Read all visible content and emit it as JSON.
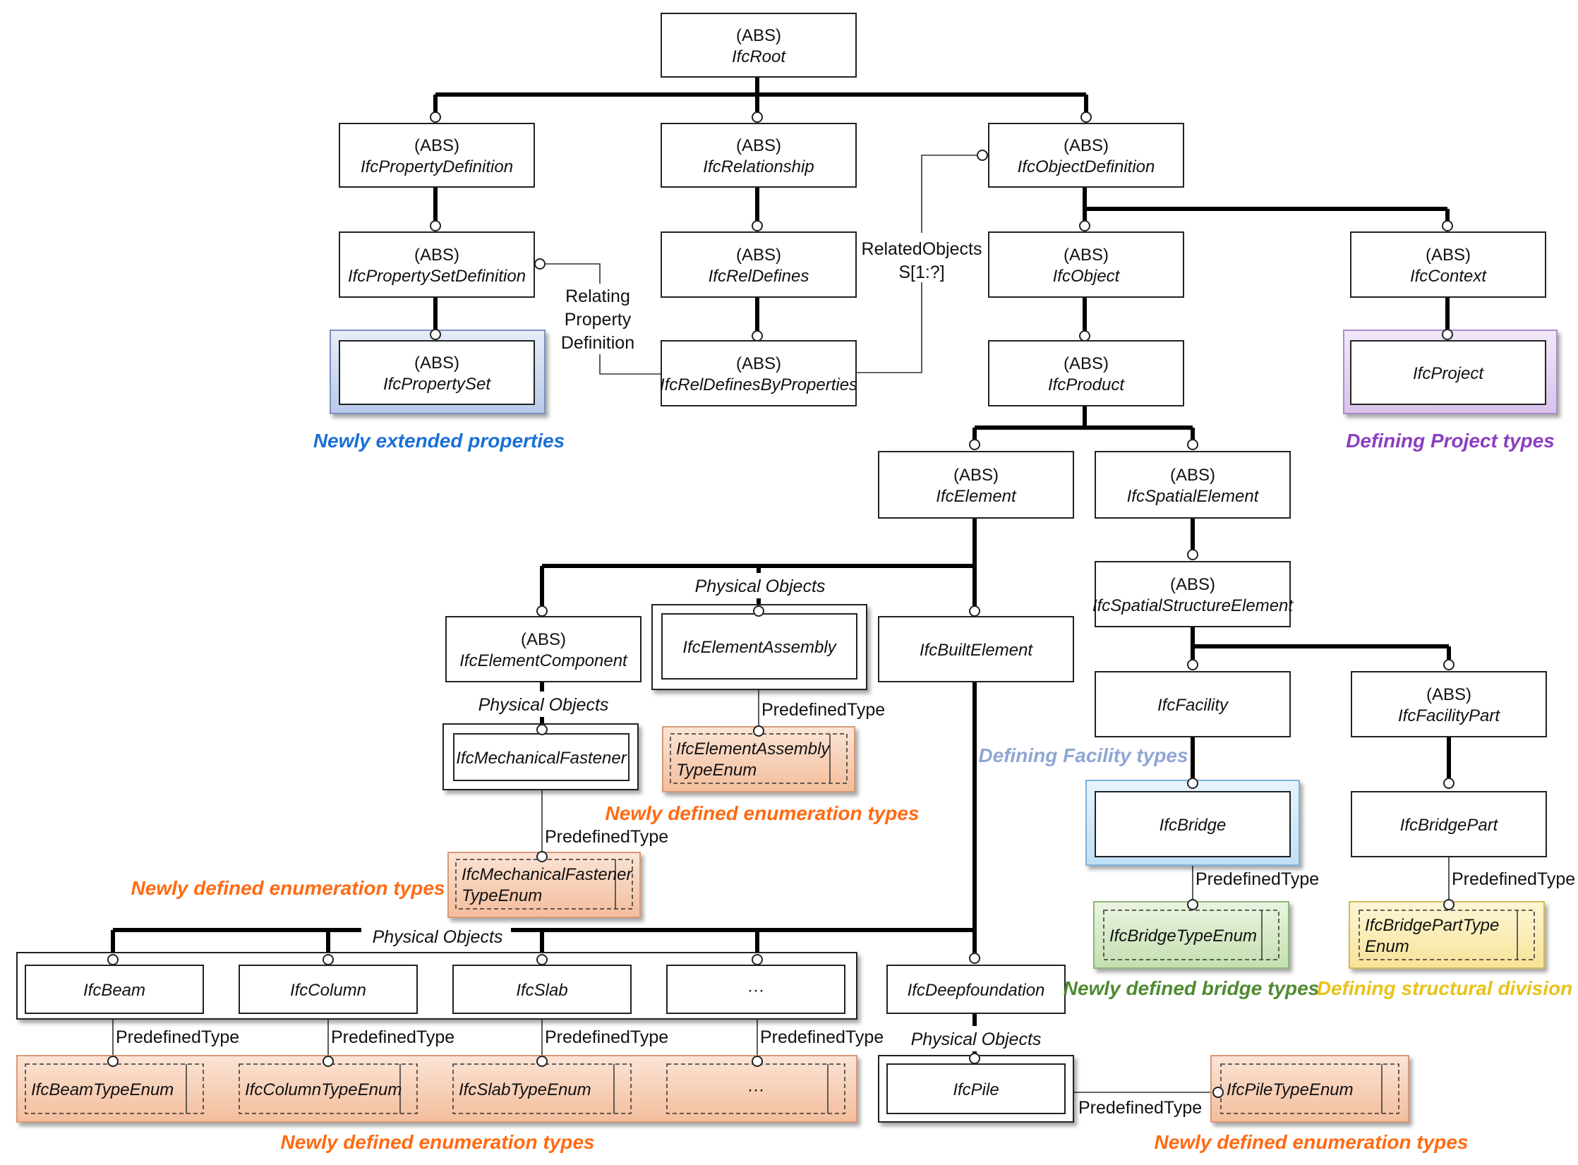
{
  "boxes": [
    {
      "id": "ifc-root",
      "abs": "(ABS)",
      "name": "IfcRoot"
    },
    {
      "id": "ifc-property-definition",
      "abs": "(ABS)",
      "name": "IfcPropertyDefinition"
    },
    {
      "id": "ifc-relationship",
      "abs": "(ABS)",
      "name": "IfcRelationship"
    },
    {
      "id": "ifc-object-definition",
      "abs": "(ABS)",
      "name": "IfcObjectDefinition"
    },
    {
      "id": "ifc-property-set-definition",
      "abs": "(ABS)",
      "name": "IfcPropertySetDefinition"
    },
    {
      "id": "ifc-rel-defines",
      "abs": "(ABS)",
      "name": "IfcRelDefines"
    },
    {
      "id": "ifc-object",
      "abs": "(ABS)",
      "name": "IfcObject"
    },
    {
      "id": "ifc-context",
      "abs": "(ABS)",
      "name": "IfcContext"
    },
    {
      "id": "ifc-property-set",
      "abs": "(ABS)",
      "name": "IfcPropertySet"
    },
    {
      "id": "ifc-rel-defines-by-properties",
      "abs": "(ABS)",
      "name": "IfcRelDefinesByProperties"
    },
    {
      "id": "ifc-product",
      "abs": "(ABS)",
      "name": "IfcProduct"
    },
    {
      "id": "ifc-project",
      "abs": "",
      "name": "IfcProject"
    },
    {
      "id": "ifc-element",
      "abs": "(ABS)",
      "name": "IfcElement"
    },
    {
      "id": "ifc-spatial-element",
      "abs": "(ABS)",
      "name": "IfcSpatialElement"
    },
    {
      "id": "ifc-element-component",
      "abs": "(ABS)",
      "name": "IfcElementComponent"
    },
    {
      "id": "ifc-element-assembly",
      "abs": "",
      "name": "IfcElementAssembly"
    },
    {
      "id": "ifc-built-element",
      "abs": "",
      "name": "IfcBuiltElement"
    },
    {
      "id": "ifc-spatial-structure-element",
      "abs": "(ABS)",
      "name": "IfcSpatialStructureElement"
    },
    {
      "id": "ifc-facility",
      "abs": "",
      "name": "IfcFacility"
    },
    {
      "id": "ifc-facility-part",
      "abs": "(ABS)",
      "name": "IfcFacilityPart"
    },
    {
      "id": "ifc-mechanical-fastener",
      "abs": "",
      "name": "IfcMechanicalFastener"
    },
    {
      "id": "ifc-element-assembly-type-enum",
      "abs": "",
      "name": "IfcElementAssembly",
      "name2": "TypeEnum"
    },
    {
      "id": "ifc-mechanical-fastener-type-enum",
      "abs": "",
      "name": "IfcMechanicalFastener",
      "name2": "TypeEnum"
    },
    {
      "id": "ifc-bridge",
      "abs": "",
      "name": "IfcBridge"
    },
    {
      "id": "ifc-bridge-part",
      "abs": "",
      "name": "IfcBridgePart"
    },
    {
      "id": "ifc-bridge-type-enum",
      "abs": "",
      "name": "IfcBridgeTypeEnum"
    },
    {
      "id": "ifc-bridge-part-type-enum",
      "abs": "",
      "name": "IfcBridgePartType",
      "name2": "Enum"
    },
    {
      "id": "ifc-beam",
      "abs": "",
      "name": "IfcBeam"
    },
    {
      "id": "ifc-column",
      "abs": "",
      "name": "IfcColumn"
    },
    {
      "id": "ifc-slab",
      "abs": "",
      "name": "IfcSlab"
    },
    {
      "id": "ifc-more-elements",
      "abs": "",
      "name": "···"
    },
    {
      "id": "ifc-deep-foundation",
      "abs": "",
      "name": "IfcDeepfoundation"
    },
    {
      "id": "ifc-beam-type-enum",
      "abs": "",
      "name": "IfcBeamTypeEnum"
    },
    {
      "id": "ifc-column-type-enum",
      "abs": "",
      "name": "IfcColumnTypeEnum"
    },
    {
      "id": "ifc-slab-type-enum",
      "abs": "",
      "name": "IfcSlabTypeEnum"
    },
    {
      "id": "ifc-more-type-enums",
      "abs": "",
      "name": "···"
    },
    {
      "id": "ifc-pile",
      "abs": "",
      "name": "IfcPile"
    },
    {
      "id": "ifc-pile-type-enum",
      "abs": "",
      "name": "IfcPileTypeEnum"
    }
  ],
  "labels": {
    "relating_1": "Relating",
    "relating_2": "Property",
    "relating_3": "Definition",
    "related_1": "RelatedObjects",
    "related_2": "S[1:?]",
    "physical_objects": "Physical Objects",
    "predefined_type": "PredefinedType"
  },
  "notes": {
    "extended_properties": "Newly extended properties",
    "project_types": "Defining Project types",
    "facility_types": "Defining Facility types",
    "enumeration_types": "Newly defined enumeration types",
    "bridge_types": "Newly defined bridge types",
    "structural_division": "Defining structural division"
  },
  "colors": {
    "extended_properties": "#1a6fd6",
    "project_types": "#8a3fc0",
    "facility_types": "#8fa6d4",
    "enumeration_types": "#ff6a13",
    "bridge_types": "#4f8a30",
    "structural_division": "#e8c21a",
    "property_set_bg": "#c9d6ee",
    "project_bg": "#e2d0ef",
    "enum_bg": "#f6c9ad",
    "bridge_bg": "#cfe7f8",
    "bridge_enum_bg": "#d5e8c6",
    "bridge_part_enum_bg": "#faecb4"
  }
}
